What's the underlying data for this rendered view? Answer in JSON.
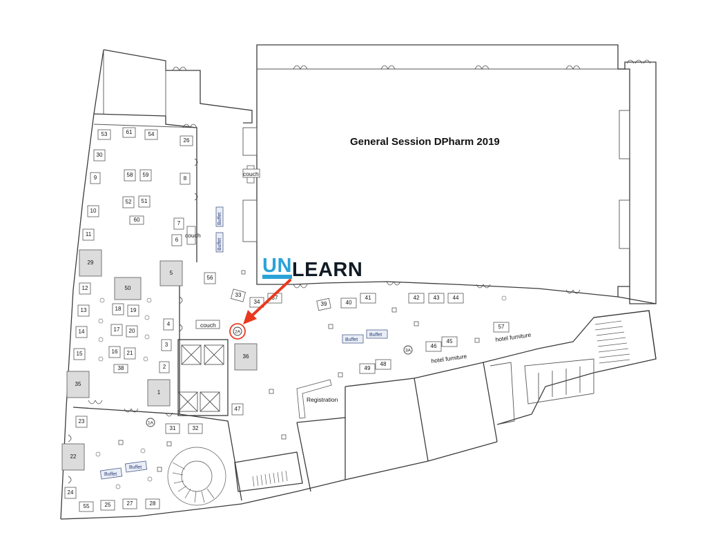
{
  "hall": {
    "title": "General Session DPharm 2019"
  },
  "brand": {
    "logo_part1": "UN",
    "logo_part2": "LEARN",
    "accent_color": "#2aa3d8",
    "dark_color": "#0f1a24",
    "arrow_color": "#e8391d"
  },
  "locations": {
    "marker_2a": "2A",
    "marker_1a": "1A",
    "marker_3a": "3A",
    "couch_a": "couch",
    "couch_b": "couch",
    "couch_c": "couch",
    "registration": "Registration",
    "hotel_furniture_a": "hotel furniture",
    "hotel_furniture_b": "hotel furniture",
    "buffet": "Buffet"
  },
  "booths": {
    "b1": "1",
    "b2": "2",
    "b3": "3",
    "b4": "4",
    "b5": "5",
    "b6": "6",
    "b7": "7",
    "b8": "8",
    "b9": "9",
    "b10": "10",
    "b11": "11",
    "b12": "12",
    "b13": "13",
    "b14": "14",
    "b15": "15",
    "b16": "16",
    "b17": "17",
    "b18": "18",
    "b19": "19",
    "b20": "20",
    "b21": "21",
    "b22": "22",
    "b23": "23",
    "b24": "24",
    "b25": "25",
    "b26": "26",
    "b27": "27",
    "b28": "28",
    "b29": "29",
    "b30": "30",
    "b31": "31",
    "b32": "32",
    "b33": "33",
    "b34": "34",
    "b35": "35",
    "b36": "36",
    "b37": "37",
    "b38": "38",
    "b39": "39",
    "b40": "40",
    "b41": "41",
    "b42": "42",
    "b43": "43",
    "b44": "44",
    "b45": "45",
    "b46": "46",
    "b47": "47",
    "b48": "48",
    "b49": "49",
    "b50": "50",
    "b51": "51",
    "b52": "52",
    "b53": "53",
    "b54": "54",
    "b55": "55",
    "b56": "56",
    "b57": "57",
    "b58": "58",
    "b59": "59",
    "b60": "60",
    "b61": "61"
  }
}
